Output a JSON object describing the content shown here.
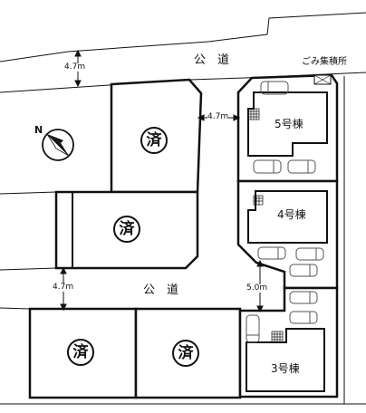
{
  "road_top": "公　道",
  "road_middle": "公　道",
  "garbage_area": "ごみ集積所",
  "compass": "N",
  "dimensions": {
    "top_left_road_width": "4.7m",
    "top_right_road_width": "4.7m",
    "left_middle_road_width": "4.7m",
    "right_middle_road_width": "5.0m"
  },
  "buildings": {
    "b5": "5号棟",
    "b4": "4号棟",
    "b3": "3号棟"
  },
  "sold_mark": "済",
  "colors": {
    "lines": "#111111",
    "background": "#ffffff",
    "car_outline": "#555555"
  }
}
